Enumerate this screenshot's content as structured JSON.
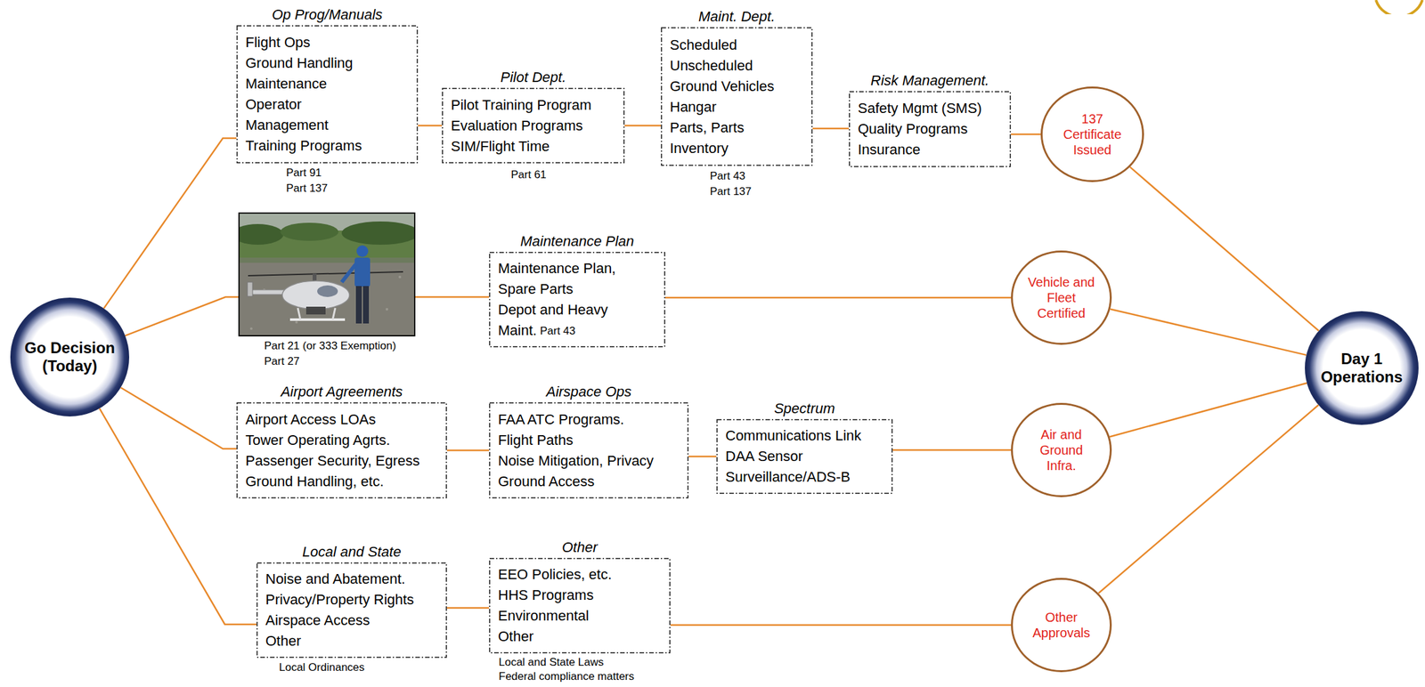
{
  "diagram": {
    "nodes": [
      {
        "text": [
          "Go Decision (Today)"
        ]
      },
      {
        "text": [
          "Op Prog/Manuals",
          "Flight Ops",
          "Ground Handling",
          "Maintenance",
          "Operator",
          "Management",
          "Training Programs"
        ]
      },
      {
        "text": [
          "Pilot Dept.",
          "Pilot Training Program",
          "Evaluation Programs",
          "SIM/Flight Time"
        ]
      },
      {
        "text": [
          "Maint. Dept.",
          "Scheduled",
          "Unscheduled",
          "Ground Vehicles",
          "Hangar",
          "Parts, Parts",
          "Inventory"
        ]
      },
      {
        "text": [
          "Risk Management.",
          "Safety Mgmt (SMS)",
          "Quality Programs",
          "Insurance"
        ]
      },
      {
        "text": [
          "137 Certificate Issued"
        ]
      },
      {
        "text": [
          "Maintenance Plan",
          "Maintenance Plan,",
          "Spare Parts",
          "Depot and Heavy",
          "Maint."
        ]
      },
      {
        "text": [
          "Vehicle and Fleet Certified"
        ]
      },
      {
        "text": [
          "Airport Agreements",
          "Airport Access LOAs",
          "Tower Operating Agrts.",
          "Passenger Security, Egress",
          "Ground Handling, etc."
        ]
      },
      {
        "text": [
          "Airspace Ops",
          "FAA ATC Programs.",
          "Flight Paths",
          "Noise Mitigation, Privacy",
          "Ground Access"
        ]
      },
      {
        "text": [
          "Spectrum",
          "Communications Link",
          "DAA Sensor",
          "Surveillance/ADS-B"
        ]
      },
      {
        "text": [
          "Air and Ground Infra."
        ]
      },
      {
        "text": [
          "Local and State",
          "Noise and Abatement.",
          "Privacy/Property Rights",
          "Airspace Access",
          "Other"
        ]
      },
      {
        "text": [
          "Other",
          "EEO Policies, etc.",
          "HHS Programs",
          "Environmental",
          "Other"
        ]
      },
      {
        "text": [
          "Other Approvals"
        ]
      },
      {
        "text": [
          "Day 1 Operations"
        ]
      }
    ],
    "edges": [
      {
        "from": 0,
        "to": 1,
        "arrow": "none"
      },
      {
        "from": 1,
        "to": 2,
        "arrow": "none"
      },
      {
        "from": 2,
        "to": 3,
        "arrow": "none"
      },
      {
        "from": 3,
        "to": 4,
        "arrow": "none"
      },
      {
        "from": 4,
        "to": 5,
        "arrow": "none"
      },
      {
        "from": 5,
        "to": 15,
        "arrow": "none"
      },
      {
        "from": 0,
        "to": 6,
        "arrow": "none"
      },
      {
        "from": 6,
        "to": 7,
        "arrow": "none"
      },
      {
        "from": 7,
        "to": 15,
        "arrow": "none"
      },
      {
        "from": 0,
        "to": 8,
        "arrow": "none"
      },
      {
        "from": 8,
        "to": 9,
        "arrow": "none"
      },
      {
        "from": 9,
        "to": 10,
        "arrow": "none"
      },
      {
        "from": 10,
        "to": 11,
        "arrow": "none"
      },
      {
        "from": 11,
        "to": 15,
        "arrow": "none"
      },
      {
        "from": 0,
        "to": 12,
        "arrow": "none"
      },
      {
        "from": 12,
        "to": 13,
        "arrow": "none"
      },
      {
        "from": 13,
        "to": 14,
        "arrow": "none"
      },
      {
        "from": 14,
        "to": 15,
        "arrow": "none"
      }
    ],
    "labels": [
      "Part 91",
      "Part 137",
      "Part 61",
      "Part 43",
      "Part 137",
      "Part 21 (or 333 Exemption)",
      "Part 27",
      "Part 43",
      "Local Ordinances",
      "Local and State Laws",
      "Federal compliance matters"
    ]
  }
}
